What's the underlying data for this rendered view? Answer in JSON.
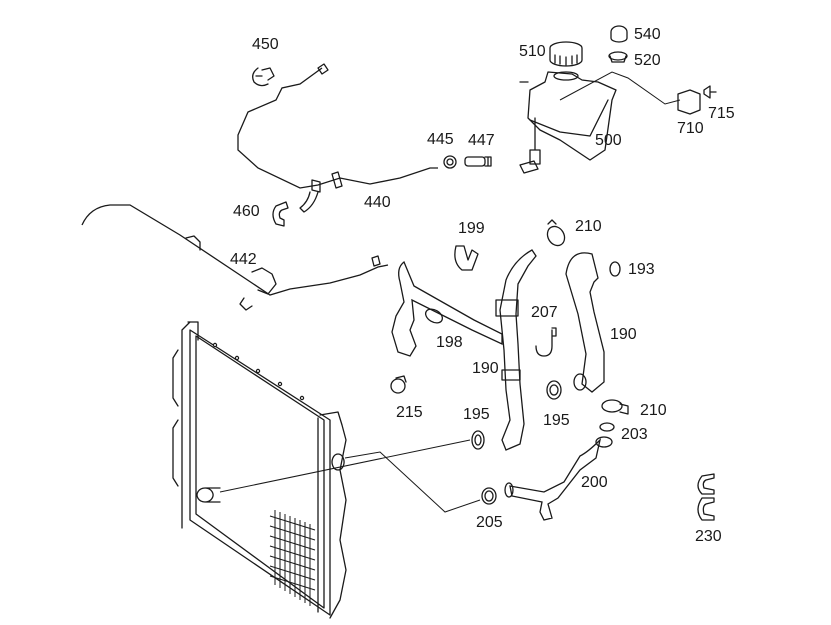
{
  "title": "Radiator, coolant hoses and expansion tank exploded parts diagram",
  "parts": [
    {
      "id": "p450",
      "label": "450",
      "name": "bracket clip"
    },
    {
      "id": "p445",
      "label": "445",
      "name": "hose clamp"
    },
    {
      "id": "p447",
      "label": "447",
      "name": "connector"
    },
    {
      "id": "p440",
      "label": "440",
      "name": "heater hose"
    },
    {
      "id": "p460",
      "label": "460",
      "name": "clip"
    },
    {
      "id": "p442",
      "label": "442",
      "name": "hose assembly"
    },
    {
      "id": "p510",
      "label": "510",
      "name": "expansion tank cap"
    },
    {
      "id": "p540",
      "label": "540",
      "name": "cap"
    },
    {
      "id": "p520",
      "label": "520",
      "name": "plug"
    },
    {
      "id": "p500",
      "label": "500",
      "name": "expansion tank"
    },
    {
      "id": "p710",
      "label": "710",
      "name": "connector housing"
    },
    {
      "id": "p715",
      "label": "715",
      "name": "sensor"
    },
    {
      "id": "p199",
      "label": "199",
      "name": "clip"
    },
    {
      "id": "p210a",
      "label": "210",
      "name": "hose clamp"
    },
    {
      "id": "p193",
      "label": "193",
      "name": "o-ring"
    },
    {
      "id": "p207",
      "label": "207",
      "name": "retaining clip"
    },
    {
      "id": "p198",
      "label": "198",
      "name": "hose clamp"
    },
    {
      "id": "p190a",
      "label": "190",
      "name": "coolant hose"
    },
    {
      "id": "p190b",
      "label": "190",
      "name": "coolant hose"
    },
    {
      "id": "p215",
      "label": "215",
      "name": "clamp"
    },
    {
      "id": "p195a",
      "label": "195",
      "name": "hose clamp"
    },
    {
      "id": "p195b",
      "label": "195",
      "name": "hose clamp"
    },
    {
      "id": "p210b",
      "label": "210",
      "name": "hose clamp"
    },
    {
      "id": "p203",
      "label": "203",
      "name": "o-ring"
    },
    {
      "id": "p200",
      "label": "200",
      "name": "coolant hose"
    },
    {
      "id": "p205",
      "label": "205",
      "name": "hose clamp"
    },
    {
      "id": "p230",
      "label": "230",
      "name": "clip"
    }
  ]
}
